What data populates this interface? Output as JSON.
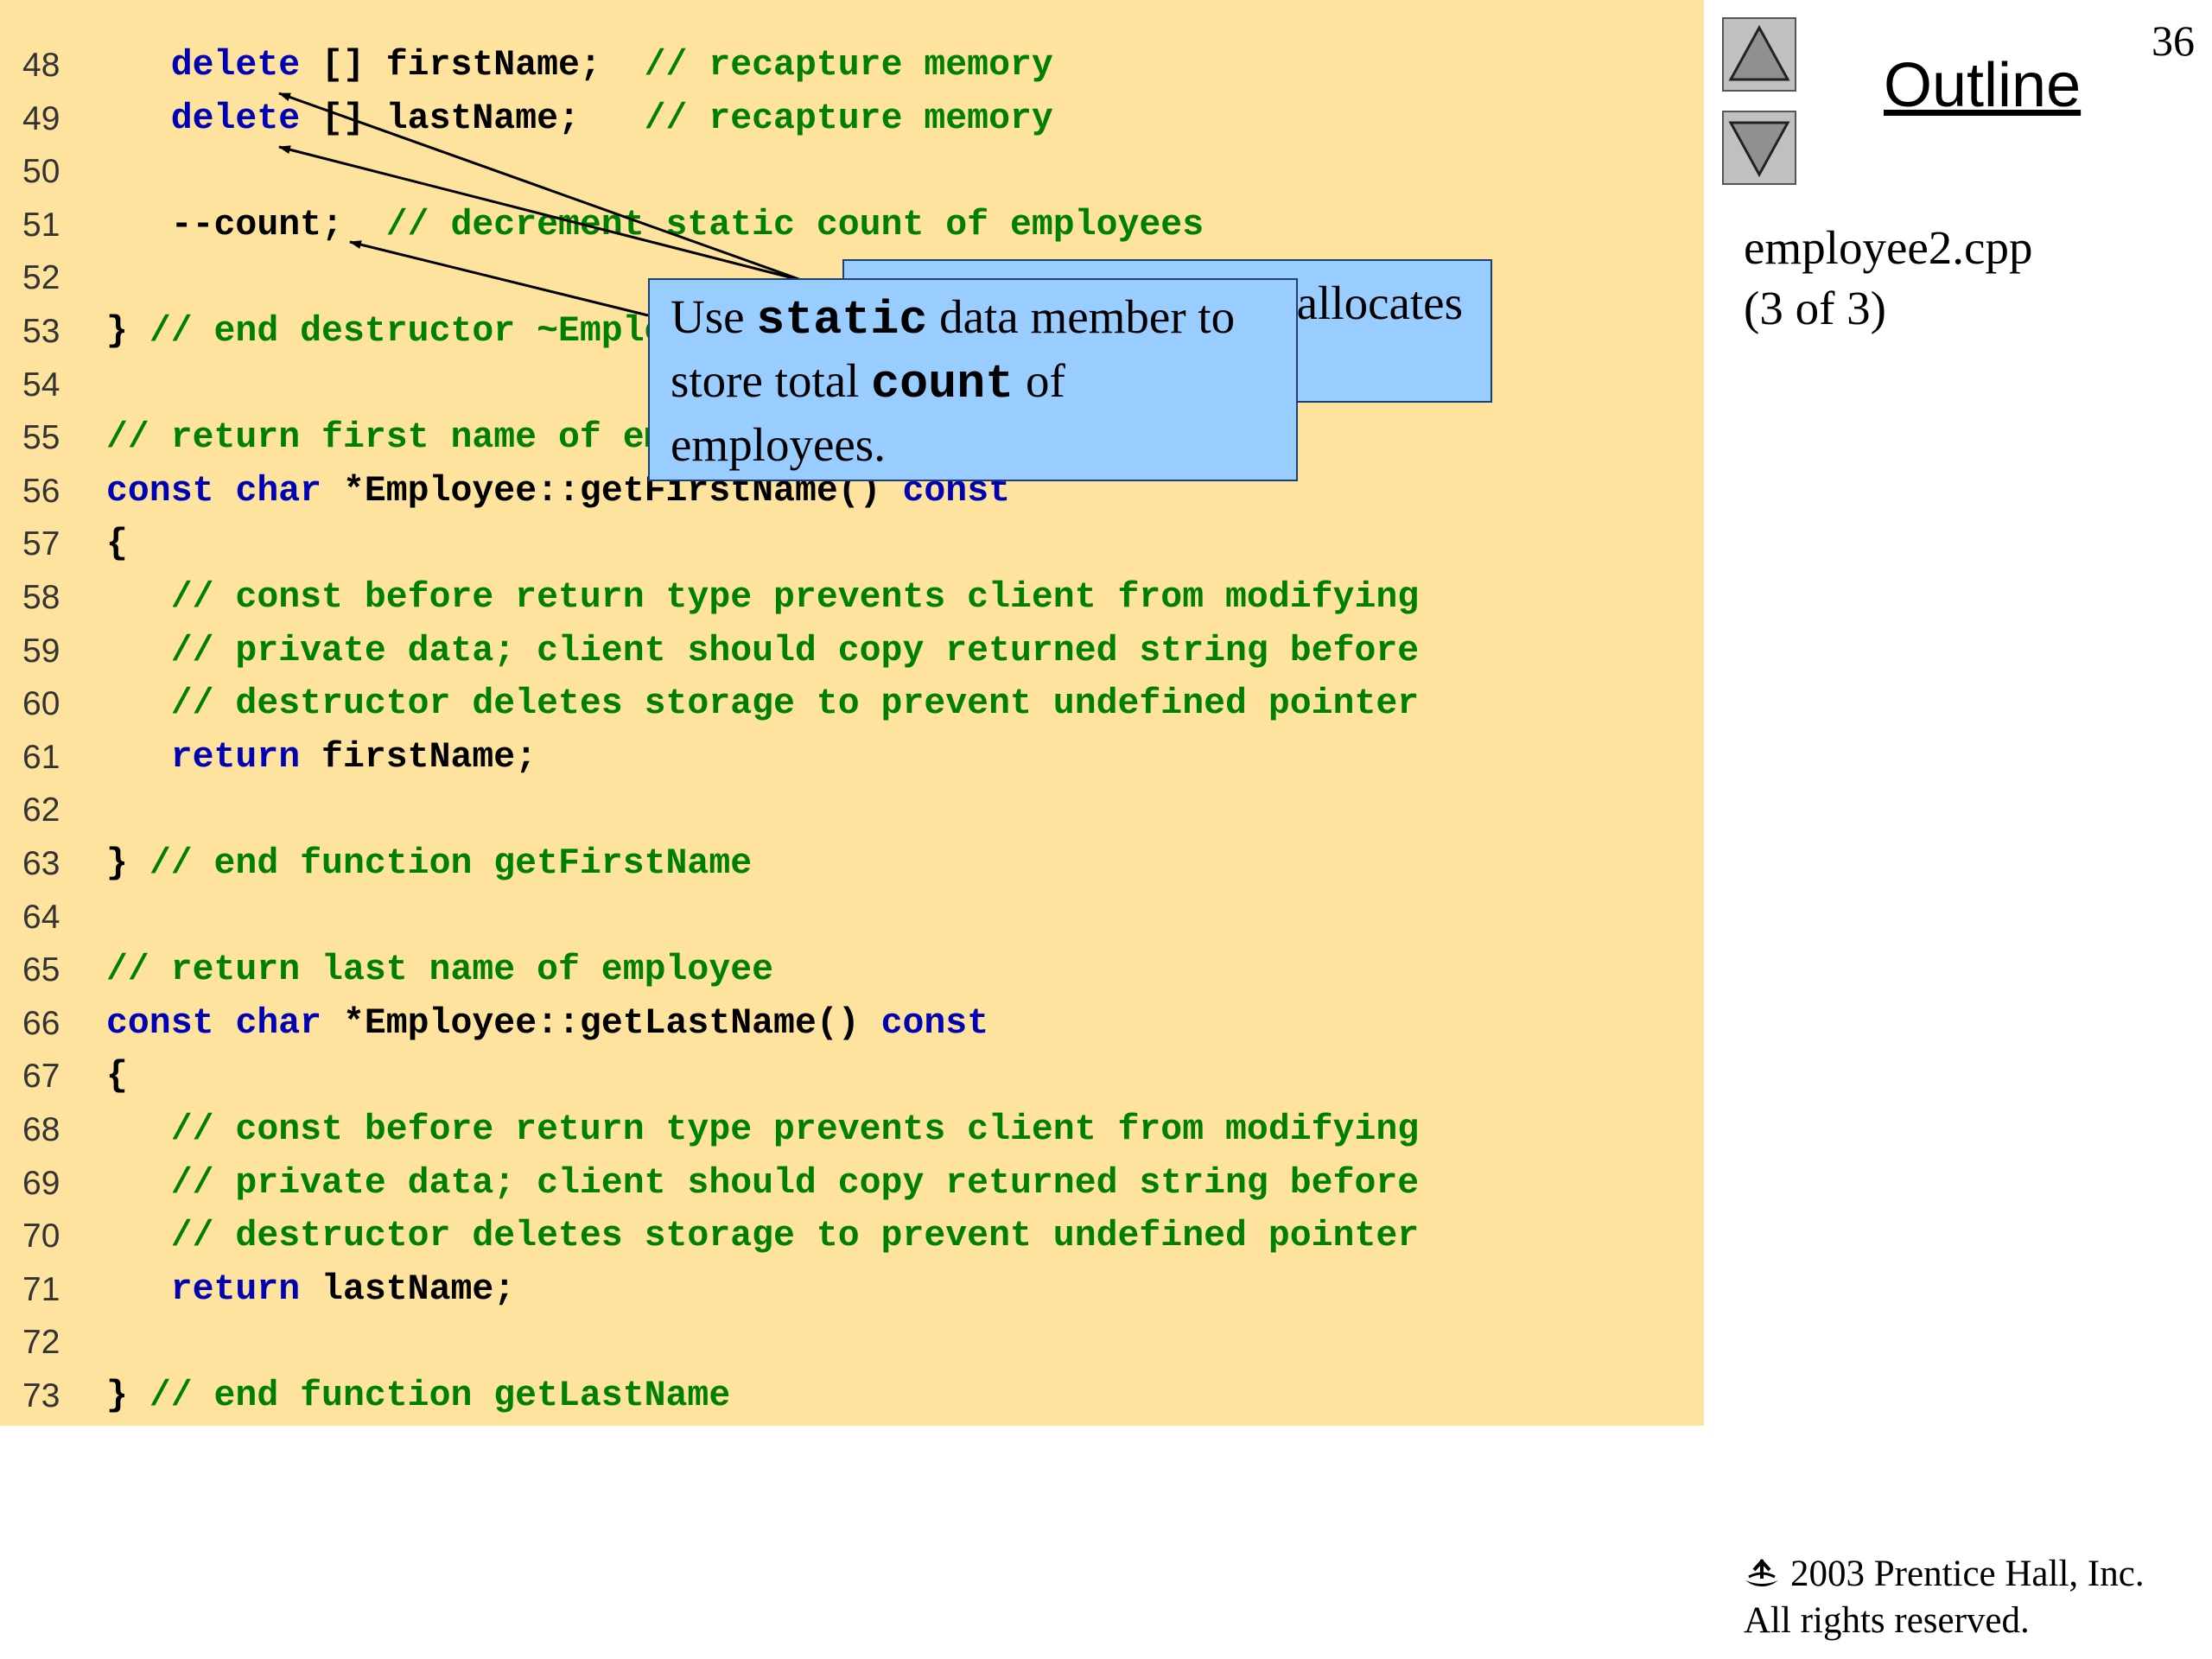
{
  "page_number": "36",
  "outline": {
    "title": "Outline",
    "up_icon": "triangle-up-icon",
    "down_icon": "triangle-down-icon"
  },
  "file": {
    "name": "employee2.cpp",
    "part": "(3 of 3)"
  },
  "code_lines": [
    {
      "n": "48",
      "segs": [
        {
          "t": "   "
        },
        {
          "t": "delete",
          "k": "kw"
        },
        {
          "t": " [] firstName;  "
        },
        {
          "t": "// recapture memory",
          "k": "cm"
        }
      ]
    },
    {
      "n": "49",
      "segs": [
        {
          "t": "   "
        },
        {
          "t": "delete",
          "k": "kw"
        },
        {
          "t": " [] lastName;   "
        },
        {
          "t": "// recapture memory",
          "k": "cm"
        }
      ]
    },
    {
      "n": "50",
      "segs": []
    },
    {
      "n": "51",
      "segs": [
        {
          "t": "   --count;  "
        },
        {
          "t": "// decrement static count of employees",
          "k": "cm"
        }
      ]
    },
    {
      "n": "52",
      "segs": []
    },
    {
      "n": "53",
      "segs": [
        {
          "t": "} "
        },
        {
          "t": "// end destructor ~Employee",
          "k": "cm"
        }
      ]
    },
    {
      "n": "54",
      "segs": []
    },
    {
      "n": "55",
      "segs": [
        {
          "t": "// return first name of employee",
          "k": "cm"
        }
      ]
    },
    {
      "n": "56",
      "segs": [
        {
          "t": "const",
          "k": "kw"
        },
        {
          "t": " "
        },
        {
          "t": "char",
          "k": "kw"
        },
        {
          "t": " *Employee::getFirstName() "
        },
        {
          "t": "const",
          "k": "kw"
        }
      ]
    },
    {
      "n": "57",
      "segs": [
        {
          "t": "{"
        }
      ]
    },
    {
      "n": "58",
      "segs": [
        {
          "t": "   "
        },
        {
          "t": "// const before return type prevents client from modifying",
          "k": "cm"
        }
      ]
    },
    {
      "n": "59",
      "segs": [
        {
          "t": "   "
        },
        {
          "t": "// private data; client should copy returned string before",
          "k": "cm"
        }
      ]
    },
    {
      "n": "60",
      "segs": [
        {
          "t": "   "
        },
        {
          "t": "// destructor deletes storage to prevent undefined pointer",
          "k": "cm"
        }
      ]
    },
    {
      "n": "61",
      "segs": [
        {
          "t": "   "
        },
        {
          "t": "return",
          "k": "kw"
        },
        {
          "t": " firstName;"
        }
      ]
    },
    {
      "n": "62",
      "segs": []
    },
    {
      "n": "63",
      "segs": [
        {
          "t": "} "
        },
        {
          "t": "// end function getFirstName",
          "k": "cm"
        }
      ]
    },
    {
      "n": "64",
      "segs": []
    },
    {
      "n": "65",
      "segs": [
        {
          "t": "// return last name of employee",
          "k": "cm"
        }
      ]
    },
    {
      "n": "66",
      "segs": [
        {
          "t": "const",
          "k": "kw"
        },
        {
          "t": " "
        },
        {
          "t": "char",
          "k": "kw"
        },
        {
          "t": " *Employee::getLastName() "
        },
        {
          "t": "const",
          "k": "kw"
        }
      ]
    },
    {
      "n": "67",
      "segs": [
        {
          "t": "{"
        }
      ]
    },
    {
      "n": "68",
      "segs": [
        {
          "t": "   "
        },
        {
          "t": "// const before return type prevents client from modifying",
          "k": "cm"
        }
      ]
    },
    {
      "n": "69",
      "segs": [
        {
          "t": "   "
        },
        {
          "t": "// private data; client should copy returned string before",
          "k": "cm"
        }
      ]
    },
    {
      "n": "70",
      "segs": [
        {
          "t": "   "
        },
        {
          "t": "// destructor deletes storage to prevent undefined pointer",
          "k": "cm"
        }
      ]
    },
    {
      "n": "71",
      "segs": [
        {
          "t": "   "
        },
        {
          "t": "return",
          "k": "kw"
        },
        {
          "t": " lastName;"
        }
      ]
    },
    {
      "n": "72",
      "segs": []
    },
    {
      "n": "73",
      "segs": [
        {
          "t": "} "
        },
        {
          "t": "// end function getLastName",
          "k": "cm"
        }
      ]
    }
  ],
  "callouts": {
    "back_visible_text": "allocates",
    "front": {
      "t1": "Use ",
      "m1": "static",
      "t2": " data member to",
      "t3": "store total ",
      "m2": "count",
      "t4": " of",
      "t5": "employees."
    }
  },
  "footer": {
    "copyright_line1": "2003 Prentice Hall, Inc.",
    "copyright_line2": "All rights reserved.",
    "icon": "prentice-hall-logo-icon"
  },
  "colors": {
    "code_background": "#fde39d",
    "keyword": "#0000b4",
    "comment": "#008000",
    "callout_fill": "#99ccff",
    "callout_border": "#1d3e77"
  }
}
